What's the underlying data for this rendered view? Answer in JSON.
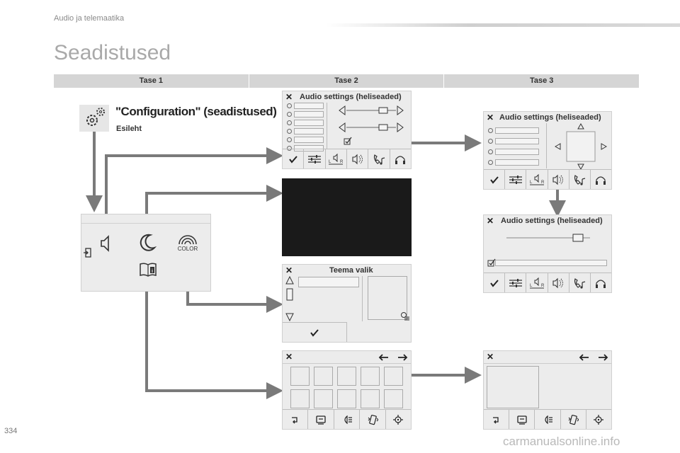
{
  "header": {
    "section_title": "Audio ja telemaatika",
    "page_heading": "Seadistused"
  },
  "levels": [
    "Tase 1",
    "Tase 2",
    "Tase 3"
  ],
  "config": {
    "title": "\"Configuration\" (seadistused)",
    "subtitle": "Esileht"
  },
  "main_menu": {
    "color_label": "COLOR"
  },
  "audio_panels": {
    "title": "Audio settings (heliseaded)",
    "balance_labels": [
      "L",
      "R"
    ]
  },
  "theme_panel": {
    "title": "Teema valik"
  },
  "footer": {
    "page_number": "334",
    "watermark": "carmanualsonline.info"
  },
  "colors": {
    "panel_bg": "#ececec",
    "arrow": "#7a7a7a",
    "level_bar": "#d5d5d5",
    "black_screen": "#1a1a1a"
  },
  "icons": [
    "close-icon",
    "gear-icon",
    "speaker-icon",
    "moon-icon",
    "color-arc-icon",
    "book-info-icon",
    "exit-icon",
    "check-icon",
    "equalizer-icon",
    "balance-icon",
    "sound-wave-icon",
    "phone-note-icon",
    "headphones-icon",
    "arrow-left-icon",
    "arrow-right-icon",
    "lights-icon",
    "vibration-icon",
    "target-icon",
    "return-icon",
    "screen-icon"
  ]
}
